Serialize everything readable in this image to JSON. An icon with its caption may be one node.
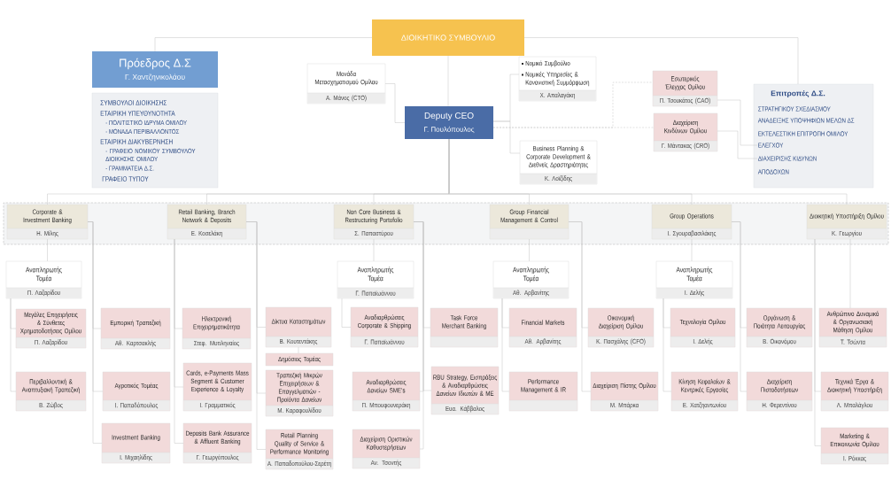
{
  "diagram": {
    "nodes": [
      {
        "text": [
          "ΔΙΟΙΚΗΤΙΚΟ ΣΥΜΒΟΥΛΙΟ"
        ]
      },
      {
        "text": [
          "Πρόεδρος Δ.Σ",
          "Γ. Χαντζηνικολάου"
        ]
      },
      {
        "text": [
          "ΣΥΜΒΟΥΛΟΙ ΔΙΟΙΚΗΣΗΣ",
          "ΕΤΑΙΡΙΚΗ ΥΠΕΥΘΥΝΟΤΗΤΑ",
          "- ΠΟΛΙΤΙΣΤΙΚΟ ΙΔΡΥΜΑ ΟΜΙΛΟΥ",
          "- ΜΟΝΑΔΑ ΠΕΡΙΒΑΛΛΟΝΤΟΣ",
          "ΕΤΑΙΡΙΚΗ ΔΙΑΚΥΒΕΡΝΗΣΗ",
          "- ΓΡΑΦΕΙΟ ΝΟΜΙΚΟΥ ΣΥΜΒΟΥΛΟΥ ΔΙΟΙΚΗΣΗΣ ΟΜΙΛΟΥ",
          "- ΓΡΑΜΜΑΤΕΙΑ Δ.Σ.",
          "ΓΡΑΦΕΙΟ ΤΥΠΟΥ"
        ]
      },
      {
        "text": [
          "Μονάδα Μετασχηματισμού Ομίλου",
          "Α. Μάνος (CTO)"
        ]
      },
      {
        "text": [
          "Deputy CEO",
          "Γ. Πουλόπουλος"
        ]
      },
      {
        "text": [
          "Νομικό Συμβούλιο",
          "Νομικές Υπηρεσίες & Κανονιστική Συμμόρφωση",
          "Χ. Απαλαγάκη"
        ]
      },
      {
        "text": [
          "Business Planning & Corporate Development & Διεθνείς Δραστηριότητες",
          "Κ. Λοϊζίδης"
        ]
      },
      {
        "text": [
          "Εσωτερικός Έλεγχος Ομίλου",
          "Π. Τσουκάτος (CAO)"
        ]
      },
      {
        "text": [
          "Διαχείριση Κινδύνων Ομίλου",
          "Γ. Μάντακας (CRO)"
        ]
      },
      {
        "text": [
          "Επιτροπές Δ.Σ."
        ]
      },
      {
        "text": [
          "ΣΤΡΑΤΗΓΙΚΟΥ ΣΧΕΔΙΑΣΜΟΥ"
        ],
        "in": 9
      },
      {
        "text": [
          "ΑΝΑΔΕΙΞΗΣ ΥΠΟΨΗΦΙΩΝ ΜΕΛΩΝ ΔΣ"
        ],
        "in": 9
      },
      {
        "text": [
          "ΕΚΤΕΛΕΣΤΙΚΗ ΕΠΙΤΡΟΠΗ ΟΜΙΛΟΥ"
        ],
        "in": 9
      },
      {
        "text": [
          "ΕΛΕΓΧΟΥ"
        ],
        "in": 9
      },
      {
        "text": [
          "ΔΙΑΧΕΙΡΙΣΗΣ ΚΙΔΥΝΩΝ"
        ],
        "in": 9
      },
      {
        "text": [
          "ΑΠΟΔΟΧΩΝ"
        ],
        "in": 9
      },
      {
        "text": [],
        "shape": "box"
      },
      {
        "text": [
          "Corporate & Investment Banking",
          "Η. Μίλης"
        ],
        "in": 16
      },
      {
        "text": [
          "Retail Banking, Branch Network & Deposits",
          "Ε. Κοσελάκη"
        ],
        "in": 16
      },
      {
        "text": [
          "Non Core Business & Restructuring Portofolio",
          "Σ. Παπαστύρου"
        ],
        "in": 16
      },
      {
        "text": [
          "Group Financial Management & Control"
        ],
        "in": 16
      },
      {
        "text": [
          "Group Operations",
          "Ι. Σγουραβασιλάκης"
        ],
        "in": 16
      },
      {
        "text": [
          "Διοικητική Υποστήριξη Ομίλου",
          "Κ. Γεωργίου"
        ],
        "in": 16
      },
      {
        "text": [
          "Αναπληρωτής Τομέα",
          "Π. Λαζαρίδου"
        ]
      },
      {
        "text": [
          "Μεγάλες Επιχειρήσεις & Σύνθετες Χρηματοδοτήσεις Ομίλου",
          "Π. Λαζαρίδου"
        ]
      },
      {
        "text": [
          "Περιβαλλοντική & Αναπτυξιακή Τραπεζική",
          "Β. Ζώβος"
        ]
      },
      {
        "text": [
          "Εμπορική Τραπεζική",
          "Αθ. Καρτσακλής"
        ]
      },
      {
        "text": [
          "Αγροτικός Τομέας",
          "Ι. Παπαδόπουλος"
        ]
      },
      {
        "text": [
          "Investment Banking",
          "Ι. Μιχαηλίδης"
        ]
      },
      {
        "text": [
          "Ηλεκτρονική Επιχειρηματικότητα",
          "Στεφ. Μυτιληναίος"
        ]
      },
      {
        "text": [
          "Cards, e-Payments Mass Segment & Customer Experience & Loyalty",
          "Ι. Γραμματικός"
        ]
      },
      {
        "text": [
          "Deposits Bank Assurance & Affluent Banking",
          "Γ. Γεωργόπουλος"
        ]
      },
      {
        "text": [
          "Δίκτυα Καταστημάτων",
          "Β. Κουτεντάκης"
        ]
      },
      {
        "text": [
          "Δημόσιος Τομέας"
        ]
      },
      {
        "text": [
          "Τραπεζική Μικρών Επιχειρήσεων & Επαγγελματιών -Προϊόντα Δανείων",
          "Μ. Καραφουλίδου"
        ]
      },
      {
        "text": [
          "Retail Planning Quality of Service & Performance Monitoring",
          "Α. Παπαδοπούλου-Σερέτη"
        ]
      },
      {
        "text": [
          "Αναπληρωτής Τομέα",
          "Γ. Παπαϊωάννου"
        ]
      },
      {
        "text": [
          "Αναδιαρθρώσεις Corporate & Shipping",
          "Γ. Παπαϊωάννου"
        ]
      },
      {
        "text": [
          "Αναδιαρθρώσεις Δανείων SME's",
          "Π. Μπουφουνεράκη"
        ]
      },
      {
        "text": [
          "Διαχείριση Οριστικών Καθυστερήσεων",
          "Αν. Τσοντής"
        ]
      },
      {
        "text": [
          "Task Force Merchant Banking"
        ]
      },
      {
        "text": [
          "RBU Strategy, Εισπράξεις & Αναδιαρθρώσεις Δανείων Ιδιωτών & ΜΕ",
          "Ευα. Κάββαλος"
        ]
      },
      {
        "text": [
          "Αναπληρωτής Τομέα",
          "Αθ. Αρβανίτης"
        ]
      },
      {
        "text": [
          "Financial Markets",
          "Αθ. Αρβανίτης"
        ]
      },
      {
        "text": [
          "Performance Management & IR"
        ]
      },
      {
        "text": [
          "Οικονομική Διαχείριση Ομίλου",
          "Κ. Πασχάλης (CFO)"
        ]
      },
      {
        "text": [
          "Διαχείριση Πίστης Ομίλου",
          "Μ. Μπάρκα"
        ]
      },
      {
        "text": [
          "Αναπληρωτής Τομέα",
          "Ι. Δελής"
        ]
      },
      {
        "text": [
          "Τεχνολογία Ομίλου",
          "Ι. Δελής"
        ]
      },
      {
        "text": [
          "Κίνηση Κεφαλαίων & Κεντρικές Εργασίες",
          "Ε. Χατζηαντωνίου"
        ]
      },
      {
        "text": [
          "Οργάνωση & Ποιότητα Λειτουργίας",
          "Β. Οικονόμου"
        ]
      },
      {
        "text": [
          "Διαχείριση Πιστοδοτήσεων",
          "Η. Φερεντίνου"
        ]
      },
      {
        "text": [
          "Ανθρώπινο Δυναμικό & Οργανωσιακή Μάθηση Ομίλου",
          "Τ. Τσώντα"
        ]
      },
      {
        "text": [
          "Τεχνικά Έργα & Διοικητική Υποστήριξη",
          "Λ. Μπαλάγλου"
        ]
      },
      {
        "text": [
          "Marketing & Επικοινωνία Ομίλου",
          "Ι. Ρόκκας"
        ]
      }
    ],
    "edges": [
      {
        "from": 0,
        "to": 1,
        "arrow": "none"
      },
      {
        "from": 0,
        "to": 9,
        "arrow": "none"
      },
      {
        "from": 0,
        "to": 4,
        "arrow": "none"
      },
      {
        "from": 4,
        "to": 3,
        "arrow": "none"
      },
      {
        "from": 4,
        "to": 5,
        "arrow": "none"
      },
      {
        "from": 4,
        "to": 6,
        "arrow": "none"
      },
      {
        "from": 4,
        "to": 7,
        "arrow": "none",
        "style": "dashed"
      },
      {
        "from": 4,
        "to": 8,
        "arrow": "none",
        "style": "dashed"
      },
      {
        "from": 7,
        "to": 13,
        "arrow": "none"
      },
      {
        "from": 8,
        "to": 14,
        "arrow": "none"
      },
      {
        "from": 4,
        "to": 17,
        "arrow": "none"
      },
      {
        "from": 4,
        "to": 18,
        "arrow": "none"
      },
      {
        "from": 4,
        "to": 19,
        "arrow": "none"
      },
      {
        "from": 4,
        "to": 20,
        "arrow": "none"
      },
      {
        "from": 4,
        "to": 21,
        "arrow": "none"
      },
      {
        "from": 4,
        "to": 22,
        "arrow": "none"
      },
      {
        "from": 17,
        "to": 23,
        "arrow": "none"
      },
      {
        "from": 23,
        "to": 24,
        "arrow": "none"
      },
      {
        "from": 23,
        "to": 25,
        "arrow": "none"
      },
      {
        "from": 17,
        "to": 26,
        "arrow": "none"
      },
      {
        "from": 17,
        "to": 27,
        "arrow": "none"
      },
      {
        "from": 17,
        "to": 28,
        "arrow": "none"
      },
      {
        "from": 18,
        "to": 29,
        "arrow": "none"
      },
      {
        "from": 18,
        "to": 30,
        "arrow": "none"
      },
      {
        "from": 18,
        "to": 31,
        "arrow": "none"
      },
      {
        "from": 18,
        "to": 32,
        "arrow": "none"
      },
      {
        "from": 32,
        "to": 33,
        "arrow": "none"
      },
      {
        "from": 18,
        "to": 34,
        "arrow": "none"
      },
      {
        "from": 18,
        "to": 35,
        "arrow": "none"
      },
      {
        "from": 19,
        "to": 36,
        "arrow": "none"
      },
      {
        "from": 36,
        "to": 37,
        "arrow": "none"
      },
      {
        "from": 19,
        "to": 38,
        "arrow": "none"
      },
      {
        "from": 19,
        "to": 39,
        "arrow": "none"
      },
      {
        "from": 19,
        "to": 40,
        "arrow": "none"
      },
      {
        "from": 19,
        "to": 41,
        "arrow": "none"
      },
      {
        "from": 20,
        "to": 42,
        "arrow": "none"
      },
      {
        "from": 42,
        "to": 43,
        "arrow": "none"
      },
      {
        "from": 42,
        "to": 44,
        "arrow": "none"
      },
      {
        "from": 20,
        "to": 45,
        "arrow": "none"
      },
      {
        "from": 20,
        "to": 46,
        "arrow": "none"
      },
      {
        "from": 21,
        "to": 47,
        "arrow": "none"
      },
      {
        "from": 47,
        "to": 48,
        "arrow": "none"
      },
      {
        "from": 47,
        "to": 49,
        "arrow": "none"
      },
      {
        "from": 21,
        "to": 50,
        "arrow": "none"
      },
      {
        "from": 21,
        "to": 51,
        "arrow": "none"
      },
      {
        "from": 22,
        "to": 52,
        "arrow": "none"
      },
      {
        "from": 22,
        "to": 53,
        "arrow": "none"
      },
      {
        "from": 22,
        "to": 54,
        "arrow": "none"
      }
    ]
  }
}
